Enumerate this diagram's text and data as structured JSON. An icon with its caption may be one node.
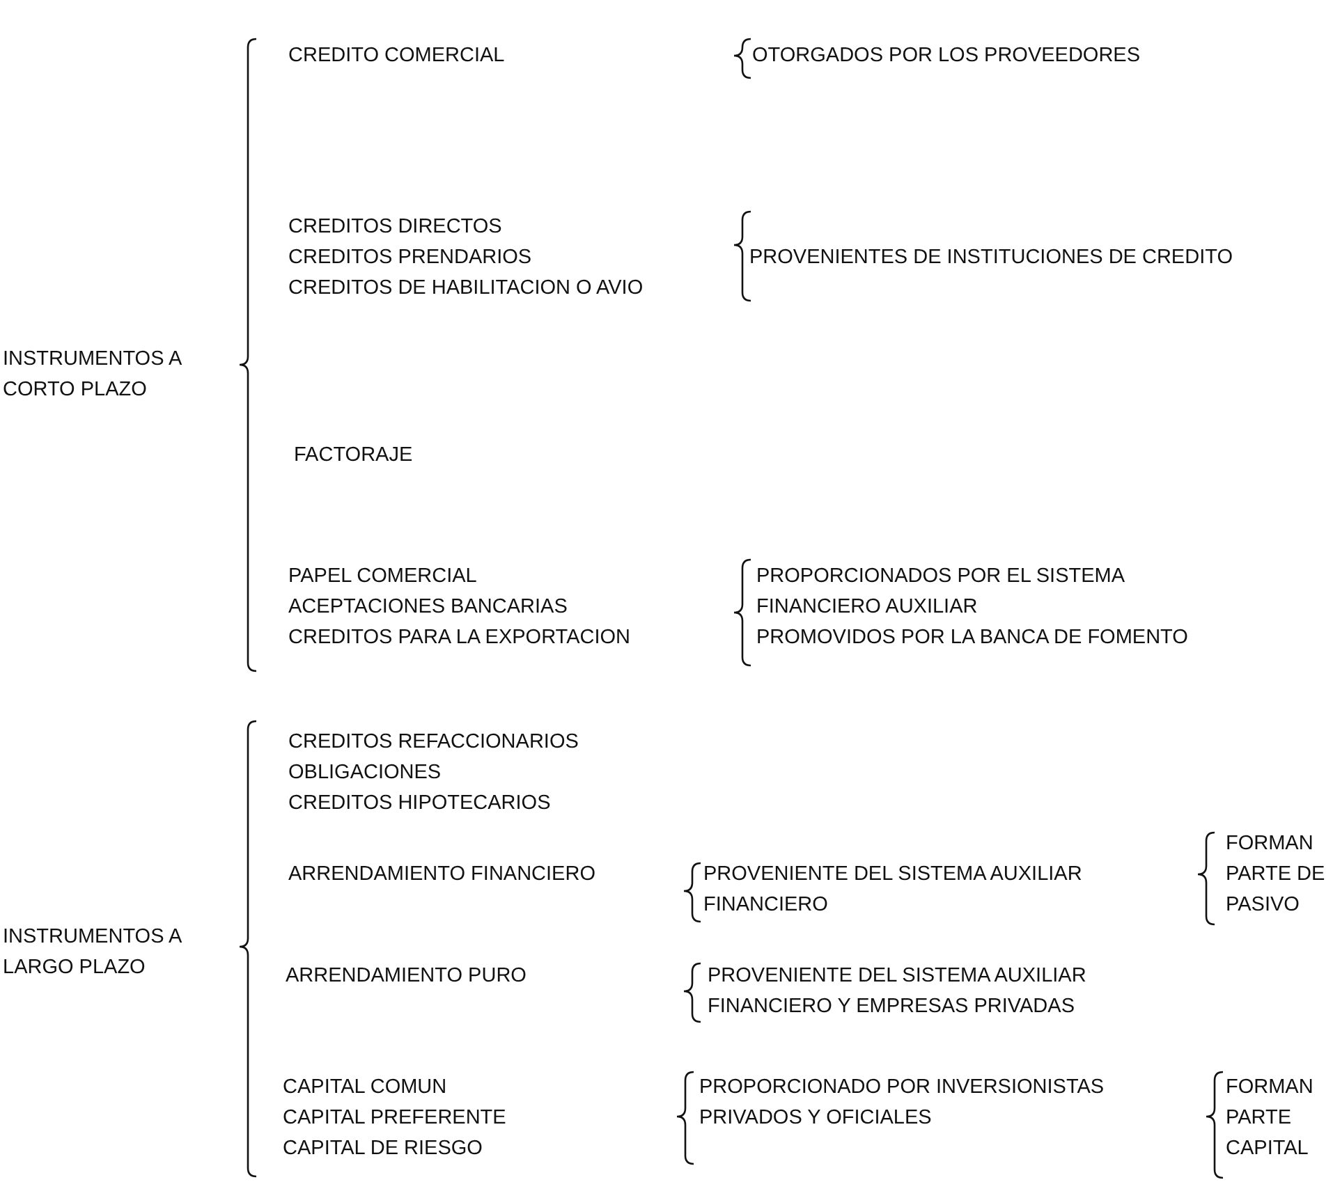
{
  "diagram": {
    "labels": [
      "INSTRUMENTOS A CORTO PLAZO",
      "CREDITO COMERCIAL",
      "OTORGADOS POR LOS PROVEEDORES",
      "CREDITOS DIRECTOS",
      "CREDITOS PRENDARIOS",
      "CREDITOS DE HABILITACION O AVIO",
      "PROVENIENTES DE INSTITUCIONES DE CREDITO",
      "FACTORAJE",
      "PAPEL COMERCIAL",
      "ACEPTACIONES BANCARIAS",
      "CREDITOS PARA LA EXPORTACION",
      "PROPORCIONADOS POR EL SISTEMA FINANCIERO AUXILIAR",
      "PROMOVIDOS POR LA BANCA DE FOMENTO",
      "INSTRUMENTOS A LARGO PLAZO",
      "CREDITOS REFACCIONARIOS",
      "OBLIGACIONES",
      "CREDITOS HIPOTECARIOS",
      "ARRENDAMIENTO FINANCIERO",
      "PROVENIENTE DEL SISTEMA AUXILIAR FINANCIERO",
      "FORMAN PARTE DE PASIVO",
      "ARRENDAMIENTO PURO",
      "PROVENIENTE DEL SISTEMA AUXILIAR FINANCIERO Y EMPRESAS PRIVADAS",
      "CAPITAL COMUN",
      "CAPITAL PREFERENTE",
      "CAPITAL DE RIESGO",
      "PROPORCIONADO POR INVERSIONISTAS PRIVADOS Y OFICIALES",
      "FORMAN PARTE CAPITAL"
    ]
  }
}
